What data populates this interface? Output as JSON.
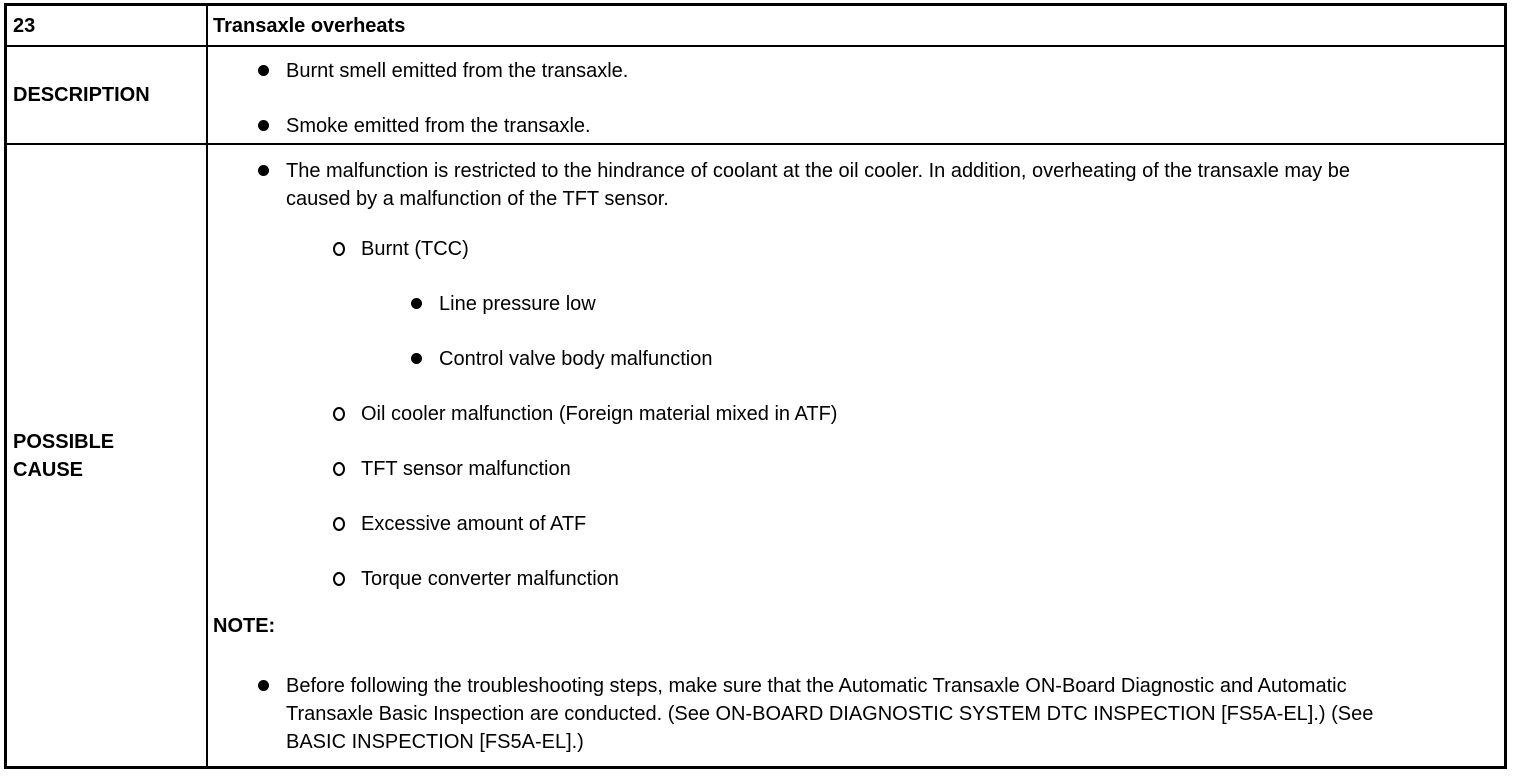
{
  "document": {
    "item_number": "23",
    "title": "Transaxle overheats",
    "description": {
      "label": "DESCRIPTION",
      "items": [
        "Burnt smell emitted from the transaxle.",
        "Smoke emitted from the transaxle."
      ]
    },
    "possible_cause": {
      "label": "POSSIBLE\nCAUSE",
      "intro": "The malfunction is restricted to the hindrance of coolant at the oil cooler. In addition, overheating of the transaxle may be caused by a malfunction of the TFT sensor.",
      "causes": [
        {
          "text": "Burnt (TCC)",
          "children": [
            "Line pressure low",
            "Control valve body malfunction"
          ]
        },
        {
          "text": "Oil cooler malfunction (Foreign material mixed in ATF)",
          "children": []
        },
        {
          "text": "TFT sensor malfunction",
          "children": []
        },
        {
          "text": "Excessive amount of ATF",
          "children": []
        },
        {
          "text": "Torque converter malfunction",
          "children": []
        }
      ],
      "note_label": "NOTE:",
      "note": "Before following the troubleshooting steps, make sure that the Automatic Transaxle ON-Board Diagnostic and Automatic Transaxle Basic Inspection are conducted. (See ON-BOARD DIAGNOSTIC SYSTEM DTC INSPECTION [FS5A-EL].) (See BASIC INSPECTION [FS5A-EL].)"
    },
    "colors": {
      "text": "#000000",
      "border": "#000000",
      "background": "#ffffff"
    }
  }
}
